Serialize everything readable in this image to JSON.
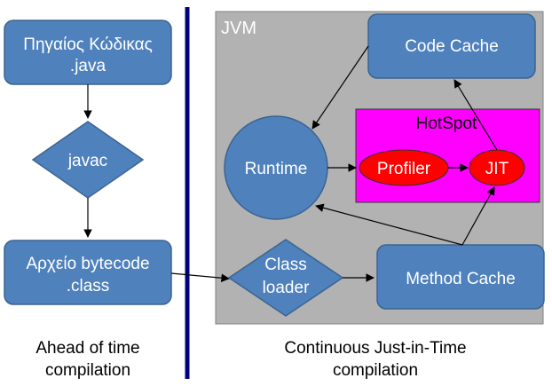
{
  "jvm_label": "JVM",
  "source_box": {
    "line1": "Πηγαίος Κώδικας",
    "line2": ".java"
  },
  "javac": "javac",
  "bytecode_box": {
    "line1": "Αρχείο bytecode",
    "line2": ".class"
  },
  "ahead_caption": {
    "line1": "Ahead of time",
    "line2": "compilation"
  },
  "continuous_caption": {
    "line1": "Continuous Just-in-Time",
    "line2": "compilation"
  },
  "code_cache": "Code Cache",
  "hotspot": "HotSpot",
  "runtime": "Runtime",
  "profiler": "Profiler",
  "jit": "JIT",
  "class_loader": {
    "line1": "Class",
    "line2": "loader"
  },
  "method_cache": "Method Cache",
  "colors": {
    "node_fill": "#4f81bd",
    "node_stroke": "#3a6491",
    "jvm_bg": "#b2b2b2",
    "hotspot_bg": "#ff00ff",
    "red_node": "#ff0000",
    "divider": "#000080"
  }
}
